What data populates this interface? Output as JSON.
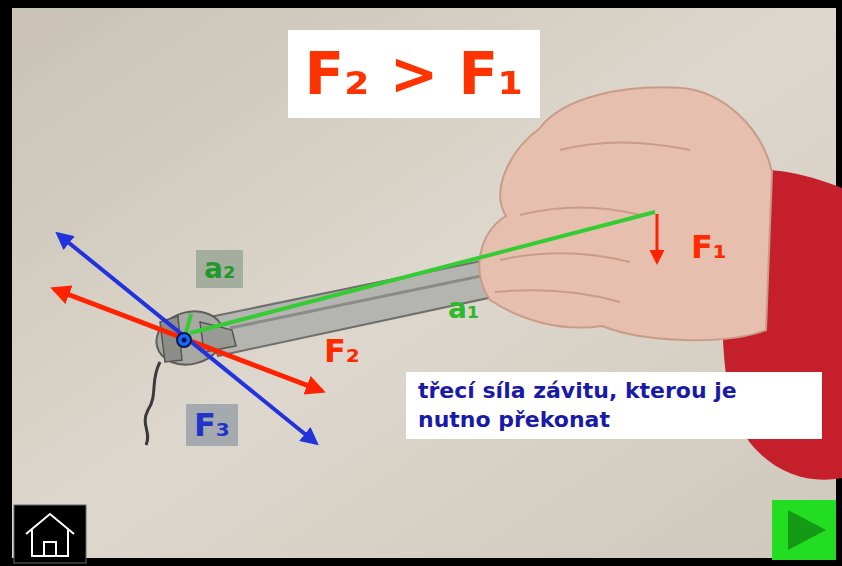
{
  "diagram": {
    "title": "F₂ > F₁",
    "nodes": [
      {
        "text": [
          "třecí síla závitu, kterou je nutno překonat"
        ]
      }
    ],
    "labels": [
      "a₂",
      "a₁",
      "F₁",
      "F₂",
      "F₃"
    ]
  }
}
